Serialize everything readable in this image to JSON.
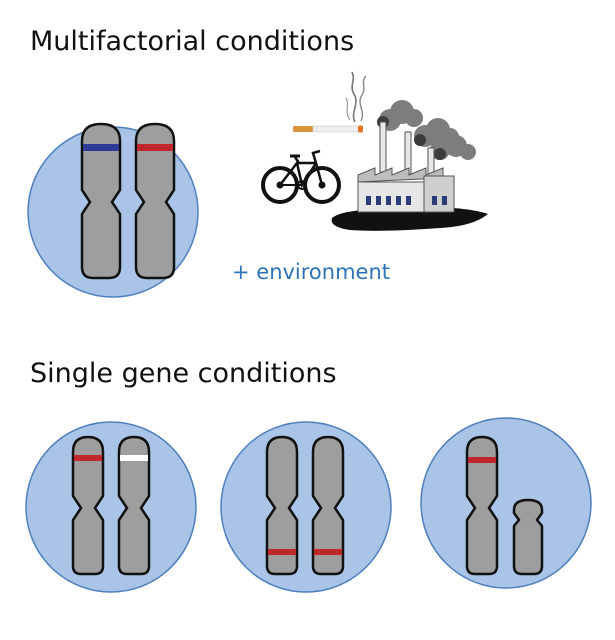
{
  "sections": {
    "multifactorial_title": "Multifactorial conditions",
    "environment_label": "+ environment",
    "single_gene_title": "Single gene conditions"
  },
  "colors": {
    "circle_fill": "#a9c4e6",
    "circle_stroke": "#4f80bd",
    "chromosome_fill": "#9e9e9e",
    "chromosome_stroke": "#111111",
    "band_red": "#c0272d",
    "band_blue": "#2e3a94",
    "band_white": "#ffffff",
    "label_blue": "#2f75b5"
  },
  "icons": [
    "bicycle-icon",
    "cigarette-icon",
    "factory-icon"
  ]
}
